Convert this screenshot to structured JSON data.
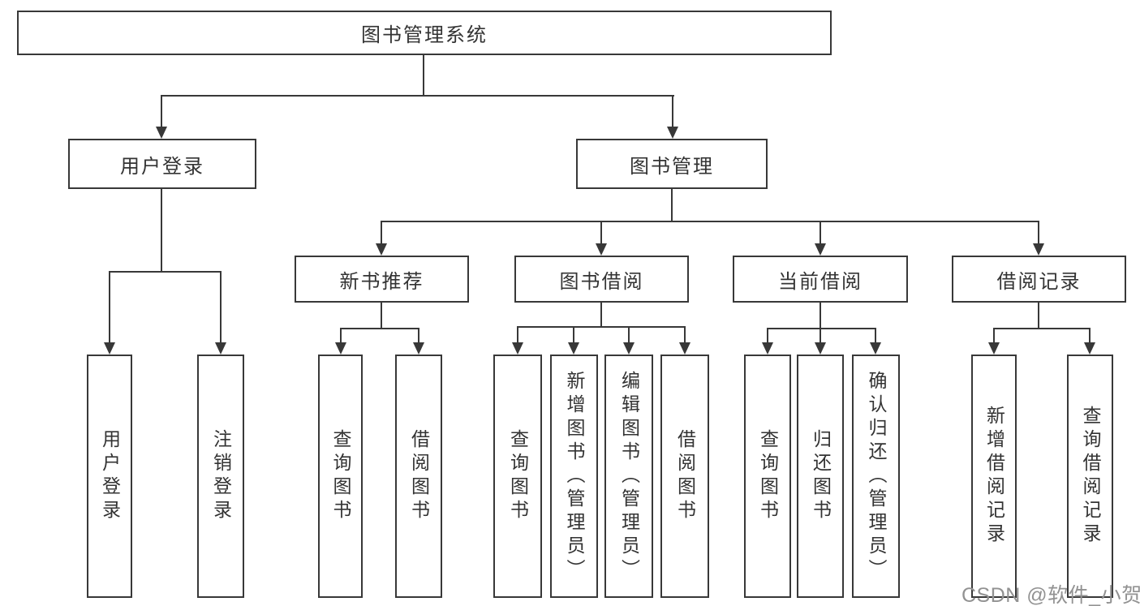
{
  "watermark": "CSDN @软件_小贺同学",
  "colors": {
    "line": "#383838",
    "text": "#333333",
    "watermark_color": "#929292",
    "background": "#ffffff"
  },
  "diagram": {
    "type": "hierarchy-tree",
    "root": {
      "label": "图书管理系统"
    },
    "branches": [
      {
        "label": "用户登录",
        "children": [
          {
            "label": "用户登录"
          },
          {
            "label": "注销登录"
          }
        ]
      },
      {
        "label": "图书管理",
        "children": [
          {
            "label": "新书推荐",
            "children": [
              {
                "label": "查询图书"
              },
              {
                "label": "借阅图书"
              }
            ]
          },
          {
            "label": "图书借阅",
            "children": [
              {
                "label": "查询图书"
              },
              {
                "label": "新增图书（管理员）"
              },
              {
                "label": "编辑图书（管理员）"
              },
              {
                "label": "借阅图书"
              }
            ]
          },
          {
            "label": "当前借阅",
            "children": [
              {
                "label": "查询图书"
              },
              {
                "label": "归还图书"
              },
              {
                "label": "确认归还（管理员）"
              }
            ]
          },
          {
            "label": "借阅记录",
            "children": [
              {
                "label": "新增借阅记录"
              },
              {
                "label": "查询借阅记录"
              }
            ]
          }
        ]
      }
    ]
  }
}
